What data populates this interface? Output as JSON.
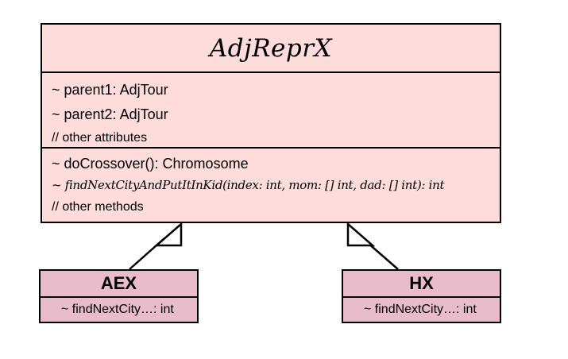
{
  "main_class": {
    "name": "AdjReprX",
    "attributes": [
      "~ parent1: AdjTour",
      "~ parent2: AdjTour",
      "// other attributes"
    ],
    "methods": [
      "~ doCrossover(): Chromosome",
      "~ findNextCityAndPutItInKid(index: int, mom: [] int, dad: [] int): int",
      "// other methods"
    ]
  },
  "subclasses": [
    {
      "name": "AEX",
      "method": "~ findNextCity…: int"
    },
    {
      "name": "HX",
      "method": "~ findNextCity…: int"
    }
  ],
  "colors": {
    "main_fill": "#ffdcdc",
    "sub_fill": "#e8bccb",
    "stroke": "#000000"
  },
  "relationships": [
    {
      "type": "generalization",
      "from": "AEX",
      "to": "AdjReprX"
    },
    {
      "type": "generalization",
      "from": "HX",
      "to": "AdjReprX"
    }
  ]
}
